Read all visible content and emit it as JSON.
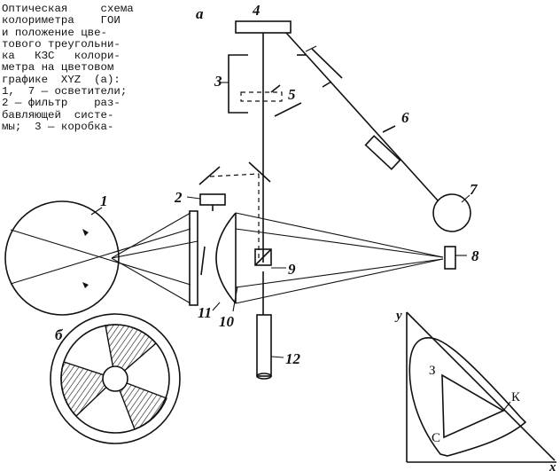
{
  "caption": {
    "lines": [
      "Оптическая     схема",
      "колориметра    ГОИ",
      "и положение цве-",
      "тового треугольни-",
      "ка   КЗС   колори-",
      "метра на цветовом",
      "графике  XYZ  (а):",
      "1,  7 — осветители;",
      "2 — фильтр    раз-",
      "бавляющей  систе-",
      "мы;  3 — коробка-"
    ]
  },
  "labels": {
    "a": "а",
    "b": "б",
    "n1": "1",
    "n2": "2",
    "n3": "3",
    "n4": "4",
    "n5": "5",
    "n6": "6",
    "n7": "7",
    "n8": "8",
    "n9": "9",
    "n10": "10",
    "n11": "11",
    "n12": "12"
  },
  "graph": {
    "axis_y": "y",
    "axis_x": "x",
    "vertex_k": "К",
    "vertex_z": "З",
    "vertex_c": "С"
  }
}
